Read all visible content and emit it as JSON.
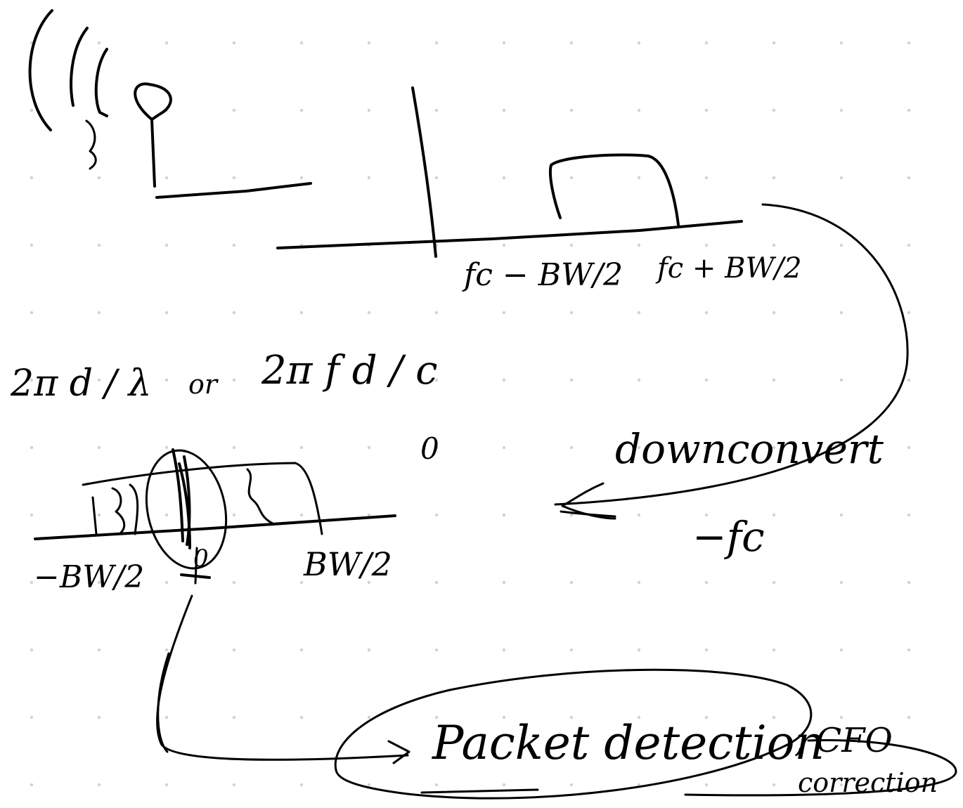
{
  "notes": {
    "label_fc_minus": "fc − BW/2",
    "label_fc_plus": "fc + BW/2",
    "formula_lambda": "2π d / λ",
    "formula_or": "or",
    "formula_freq": "2π f d / c",
    "formula_zero": "0",
    "label_downconvert": "downconvert",
    "label_minus_fc": "−fc",
    "label_neg_bw": "−BW/2",
    "label_zero": "0",
    "label_pos_bw": "BW/2",
    "label_packet": "Packet detection",
    "label_cfo": ", CFO",
    "label_correction": "correction"
  },
  "colors": {
    "ink": "#000000",
    "background": "#ffffff",
    "grid_dot": "#c8d3e6"
  }
}
